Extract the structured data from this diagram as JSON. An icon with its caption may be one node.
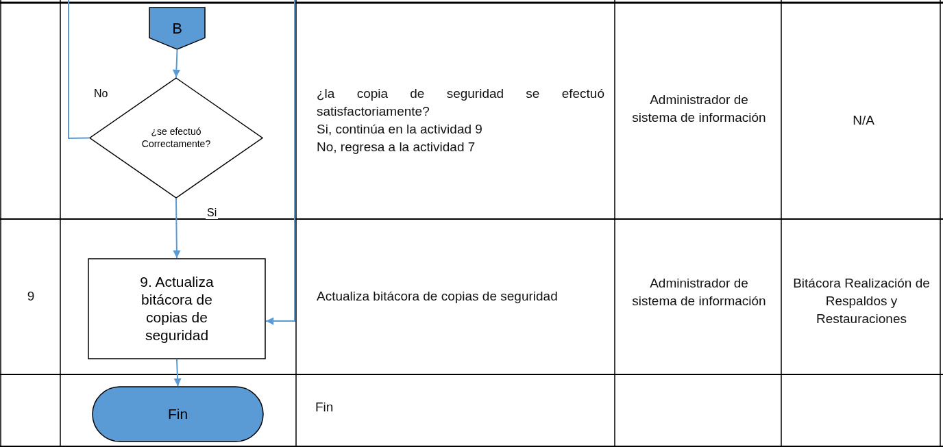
{
  "diagram": {
    "nodes": [
      {
        "text": [
          "B"
        ]
      },
      {
        "text": [
          "¿se efectuó Correctamente?"
        ]
      },
      {
        "text": [
          "9. Actualiza bitácora de copias de seguridad"
        ]
      },
      {
        "text": [
          "Fin"
        ]
      }
    ],
    "edges": [
      {
        "from": 0,
        "to": 1,
        "arrow": "to"
      },
      {
        "from": 1,
        "to": null,
        "arrow": "none",
        "label": "No"
      },
      {
        "from": 1,
        "to": 2,
        "arrow": "to",
        "label": "Si"
      },
      {
        "from": null,
        "to": 2,
        "arrow": "to"
      },
      {
        "from": 2,
        "to": 3,
        "arrow": "to"
      }
    ],
    "labels": [
      "¿la copia de seguridad se efectuó satisfactoriamente?",
      "Si, continúa en la actividad 9",
      "No, regresa a la actividad 7",
      "Administrador de sistema de información",
      "N/A",
      "9",
      "Actualiza bitácora de copias de seguridad",
      "Administrador de sistema de información",
      "Bitácora Realización de Respaldos y Restauraciones",
      "Fin"
    ]
  }
}
